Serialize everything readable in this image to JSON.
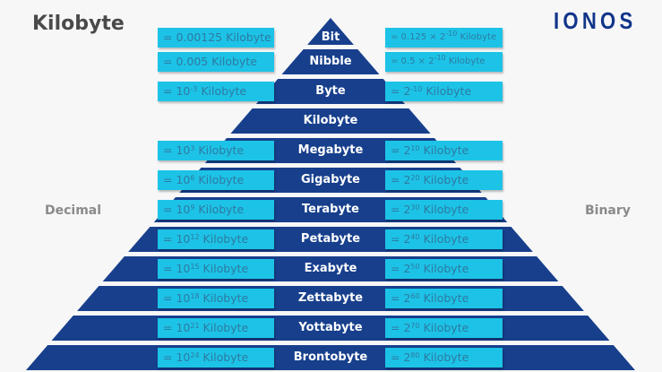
{
  "title": "Kilobyte",
  "logo": "IONOS",
  "left_label": "Decimal",
  "right_label": "Binary",
  "colors": {
    "band": "#173f8c",
    "box": "#1dc3e6",
    "box_text": "#2d7aa3"
  },
  "rows": [
    {
      "unit": "Bit",
      "decimal": "= 0.00125 Kilobyte",
      "binary": "= 0.125 × 2^-10 Kilobyte"
    },
    {
      "unit": "Nibble",
      "decimal": "= 0.005 Kilobyte",
      "binary": "= 0.5 × 2^-10 Kilobyte"
    },
    {
      "unit": "Byte",
      "decimal": "= 10^-3 Kilobyte",
      "binary": "= 2^-10 Kilobyte"
    },
    {
      "unit": "Kilobyte",
      "decimal": "",
      "binary": ""
    },
    {
      "unit": "Megabyte",
      "decimal": "= 10^3 Kilobyte",
      "binary": "= 2^10 Kilobyte"
    },
    {
      "unit": "Gigabyte",
      "decimal": "= 10^6 Kilobyte",
      "binary": "= 2^20 Kilobyte"
    },
    {
      "unit": "Terabyte",
      "decimal": "= 10^9 Kilobyte",
      "binary": "= 2^30 Kilobyte"
    },
    {
      "unit": "Petabyte",
      "decimal": "= 10^12 Kilobyte",
      "binary": "= 2^40 Kilobyte"
    },
    {
      "unit": "Exabyte",
      "decimal": "= 10^15 Kilobyte",
      "binary": "= 2^50 Kilobyte"
    },
    {
      "unit": "Zettabyte",
      "decimal": "= 10^18 Kilobyte",
      "binary": "= 2^60 Kilobyte"
    },
    {
      "unit": "Yottabyte",
      "decimal": "= 10^21 Kilobyte",
      "binary": "= 2^70 Kilobyte"
    },
    {
      "unit": "Brontobyte",
      "decimal": "= 10^24 Kilobyte",
      "binary": "= 2^80 Kilobyte"
    }
  ]
}
